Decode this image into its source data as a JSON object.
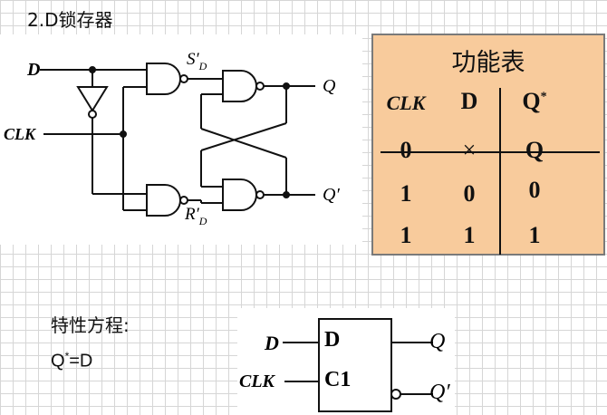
{
  "heading": "2.D锁存器",
  "circuit": {
    "input_d": "D",
    "input_clk": "CLK",
    "output_q": "Q",
    "output_q_prime": "Q′",
    "set_label_main": "S′",
    "set_label_sub": "D",
    "reset_label_main": "R′",
    "reset_label_sub": "D"
  },
  "function_table": {
    "title": "功能表",
    "headers": {
      "clk": "CLK",
      "d": "D",
      "q_star": "Q",
      "q_star_sup": "*"
    },
    "rows": [
      {
        "clk": "0",
        "d": "×",
        "q": "Q"
      },
      {
        "clk": "1",
        "d": "0",
        "q": "0"
      },
      {
        "clk": "1",
        "d": "1",
        "q": "1"
      }
    ]
  },
  "equation": {
    "label": "特性方程:",
    "lhs": "Q",
    "lhs_sup": "*",
    "rhs": "=D"
  },
  "symbol": {
    "input_d": "D",
    "input_clk": "CLK",
    "pin_d": "D",
    "pin_c1": "C1",
    "output_q": "Q",
    "output_q_prime": "Q′"
  }
}
